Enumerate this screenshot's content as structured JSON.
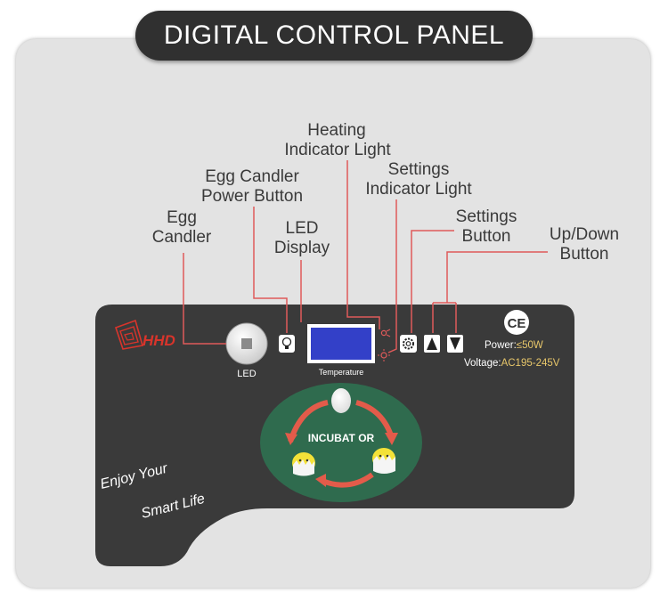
{
  "title": "DIGITAL CONTROL PANEL",
  "callouts": {
    "egg_candler": [
      "Egg",
      "Candler"
    ],
    "egg_candler_power_button": [
      "Egg Candler",
      "Power Button"
    ],
    "led_display": [
      "LED",
      "Display"
    ],
    "heating_indicator_light": [
      "Heating",
      "Indicator Light"
    ],
    "settings_indicator_light": [
      "Settings",
      "Indicator Light"
    ],
    "settings_button": [
      "Settings",
      "Button"
    ],
    "up_down_button": [
      "Up/Down",
      "Button"
    ]
  },
  "panel": {
    "brand": "HHD",
    "led_label": "LED",
    "display_label": "Temperature",
    "ce_mark": "CE",
    "power_prefix": "Power:",
    "power_value": "≤50W",
    "voltage_prefix": "Voltage:",
    "voltage_value": "AC195-245V",
    "incubator_label": "INCUBAT OR",
    "slogan_line1": "Enjoy Your",
    "slogan_line2": "Smart Life"
  },
  "colors": {
    "panel_bg": "#3a3a3a",
    "leader_line": "#e05a5a",
    "display_screen": "#3340c8",
    "circle_green": "#2f6b4e",
    "arrow_red": "#e35b4a",
    "chick_yellow": "#f4e238",
    "power_value": "#e8c76a"
  },
  "icons": [
    "bulb-icon",
    "gear-icon",
    "up-arrow-icon",
    "down-arrow-icon",
    "heating-icon",
    "settings-light-icon"
  ]
}
